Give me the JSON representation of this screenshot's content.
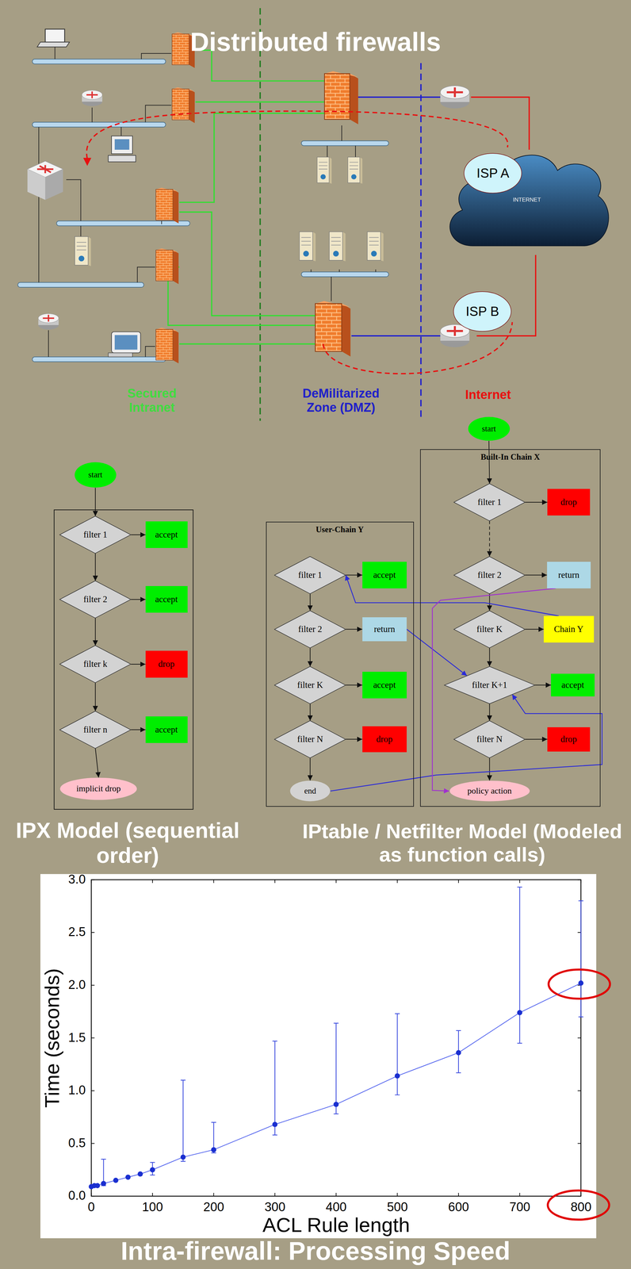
{
  "diagram": {
    "title": "Distributed firewalls",
    "caption": "Intra-firewall: Processing Speed",
    "nodes": [
      {
        "text": [
          "INTERNET"
        ]
      },
      {
        "text": [
          "ISP A"
        ]
      },
      {
        "text": [
          "ISP B"
        ]
      },
      {
        "text": [
          "start"
        ]
      },
      {
        "text": [
          "filter 1"
        ]
      },
      {
        "text": [
          "accept"
        ]
      },
      {
        "text": [
          "filter 2"
        ]
      },
      {
        "text": [
          "accept"
        ]
      },
      {
        "text": [
          "filter k"
        ]
      },
      {
        "text": [
          "drop"
        ]
      },
      {
        "text": [
          "filter n"
        ]
      },
      {
        "text": [
          "accept"
        ]
      },
      {
        "text": [
          "implicit drop"
        ]
      },
      {
        "text": [
          "User-Chain Y"
        ]
      },
      {
        "text": [
          "filter 1"
        ],
        "in": 13
      },
      {
        "text": [
          "accept"
        ],
        "in": 13
      },
      {
        "text": [
          "filter 2"
        ],
        "in": 13
      },
      {
        "text": [
          "return"
        ],
        "in": 13
      },
      {
        "text": [
          "filter K"
        ],
        "in": 13
      },
      {
        "text": [
          "accept"
        ],
        "in": 13
      },
      {
        "text": [
          "filter N"
        ],
        "in": 13
      },
      {
        "text": [
          "drop"
        ],
        "in": 13
      },
      {
        "text": [
          "end"
        ],
        "in": 13
      },
      {
        "text": [
          "start"
        ]
      },
      {
        "text": [
          "Built-In Chain X"
        ]
      },
      {
        "text": [
          "filter 1"
        ],
        "in": 24
      },
      {
        "text": [
          "drop"
        ],
        "in": 24
      },
      {
        "text": [
          "filter 2"
        ],
        "in": 24
      },
      {
        "text": [
          "return"
        ],
        "in": 24
      },
      {
        "text": [
          "filter K"
        ],
        "in": 24
      },
      {
        "text": [
          "Chain Y"
        ],
        "in": 24
      },
      {
        "text": [
          "filter K+1"
        ],
        "in": 24
      },
      {
        "text": [
          "accept"
        ],
        "in": 24
      },
      {
        "text": [
          "filter N"
        ],
        "in": 24
      },
      {
        "text": [
          "drop"
        ],
        "in": 24
      },
      {
        "text": [
          "policy action"
        ],
        "in": 24
      }
    ],
    "edges": [
      {
        "from": 3,
        "to": 4,
        "arrow": "to"
      },
      {
        "from": 4,
        "to": 5,
        "arrow": "to"
      },
      {
        "from": 4,
        "to": 6,
        "arrow": "to"
      },
      {
        "from": 6,
        "to": 7,
        "arrow": "to"
      },
      {
        "from": 6,
        "to": 8,
        "arrow": "to"
      },
      {
        "from": 8,
        "to": 9,
        "arrow": "to"
      },
      {
        "from": 8,
        "to": 10,
        "arrow": "to"
      },
      {
        "from": 10,
        "to": 11,
        "arrow": "to"
      },
      {
        "from": 10,
        "to": 12,
        "arrow": "to"
      },
      {
        "from": 14,
        "to": 15,
        "arrow": "to"
      },
      {
        "from": 14,
        "to": 16,
        "arrow": "to"
      },
      {
        "from": 16,
        "to": 17,
        "arrow": "to"
      },
      {
        "from": 16,
        "to": 18,
        "arrow": "to"
      },
      {
        "from": 18,
        "to": 19,
        "arrow": "to"
      },
      {
        "from": 18,
        "to": 20,
        "arrow": "to"
      },
      {
        "from": 20,
        "to": 21,
        "arrow": "to"
      },
      {
        "from": 20,
        "to": 22,
        "arrow": "to"
      },
      {
        "from": 23,
        "to": 25,
        "arrow": "to"
      },
      {
        "from": 25,
        "to": 26,
        "arrow": "to"
      },
      {
        "from": 25,
        "to": 27,
        "arrow": "to"
      },
      {
        "from": 27,
        "to": 28,
        "arrow": "to"
      },
      {
        "from": 27,
        "to": 29,
        "arrow": "to"
      },
      {
        "from": 29,
        "to": 30,
        "arrow": "to"
      },
      {
        "from": 29,
        "to": 31,
        "arrow": "to"
      },
      {
        "from": 31,
        "to": 32,
        "arrow": "to"
      },
      {
        "from": 31,
        "to": 33,
        "arrow": "to"
      },
      {
        "from": 33,
        "to": 34,
        "arrow": "to"
      },
      {
        "from": 33,
        "to": 35,
        "arrow": "to"
      },
      {
        "from": 30,
        "to": 14,
        "arrow": "to"
      },
      {
        "from": 17,
        "to": 31,
        "arrow": "to"
      },
      {
        "from": 22,
        "to": 31,
        "arrow": "to"
      },
      {
        "from": 28,
        "to": 35,
        "arrow": "to"
      }
    ],
    "labels": [
      "Secured Intranet",
      "DeMilitarized Zone (DMZ)",
      "Internet",
      "IPX Model (sequential order)",
      "IPtable / Netfilter Model (Modeled as function calls)",
      "3.0",
      "2.5",
      "2.0",
      "1.5",
      "1.0",
      "0.5",
      "0.0",
      "Time (seconds)",
      "0",
      "100",
      "200",
      "300",
      "400",
      "500",
      "600",
      "700",
      "800",
      "ACL Rule length"
    ]
  }
}
